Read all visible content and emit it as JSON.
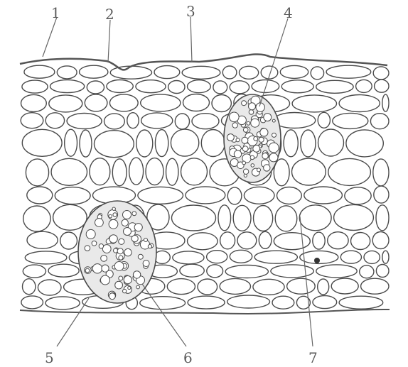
{
  "figure": {
    "labels": [
      "1",
      "2",
      "3",
      "4",
      "5",
      "6",
      "7"
    ]
  },
  "colors": {
    "background": "#ffffff",
    "cell_wall": "#4a4a4a",
    "cell_fill": "#ffffff",
    "bundle_fill": "#e9e9e9",
    "label_text": "#5a5a5a"
  }
}
